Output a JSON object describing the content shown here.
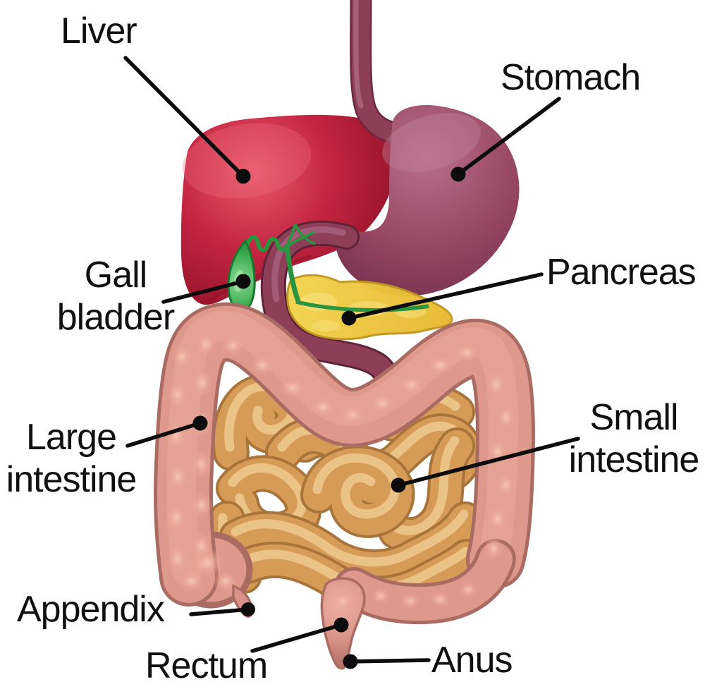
{
  "diagram": {
    "type": "anatomical-diagram",
    "subject": "Human digestive system",
    "background": "#ffffff",
    "labels": {
      "liver": {
        "text": "Liver"
      },
      "stomach": {
        "text": "Stomach"
      },
      "gall_bladder": {
        "line1": "Gall",
        "line2": "bladder"
      },
      "pancreas": {
        "text": "Pancreas"
      },
      "large_intestine": {
        "line1": "Large",
        "line2": "intestine"
      },
      "small_intestine": {
        "line1": "Small",
        "line2": "intestine"
      },
      "appendix": {
        "text": "Appendix"
      },
      "rectum": {
        "text": "Rectum"
      },
      "anus": {
        "text": "Anus"
      }
    },
    "colors": {
      "liver": "#c22440",
      "stomach": "#8d3f58",
      "esophagus": "#8d3f58",
      "gall_bladder": "#3fae52",
      "bile_duct": "#2a9440",
      "pancreas": "#edc63c",
      "duodenum": "#8d3f58",
      "large_intestine": "#de988c",
      "small_intestine": "#d69c57",
      "label_text": "#101010",
      "leader_line": "#0c0c0c"
    }
  }
}
